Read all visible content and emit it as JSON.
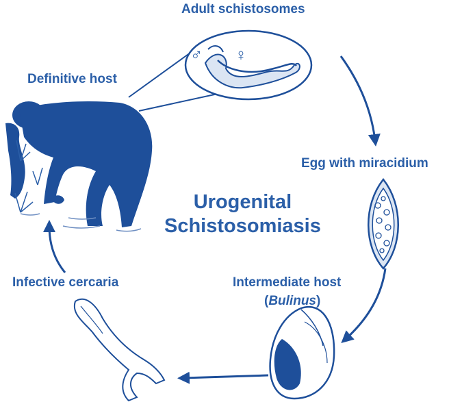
{
  "colors": {
    "primary": "#2b5fa8",
    "ink": "#1e4f9a",
    "light": "#dbe5f3"
  },
  "title": {
    "line1": "Urogenital",
    "line2": "Schistosomiasis"
  },
  "stages": {
    "adult": "Adult schistosomes",
    "definitive_host": "Definitive host",
    "egg": "Egg with miracidium",
    "intermediate_host": "Intermediate host",
    "intermediate_genus": "Bulinus",
    "cercaria": "Infective cercaria"
  },
  "symbols": {
    "male": "♂",
    "female": "♀"
  }
}
